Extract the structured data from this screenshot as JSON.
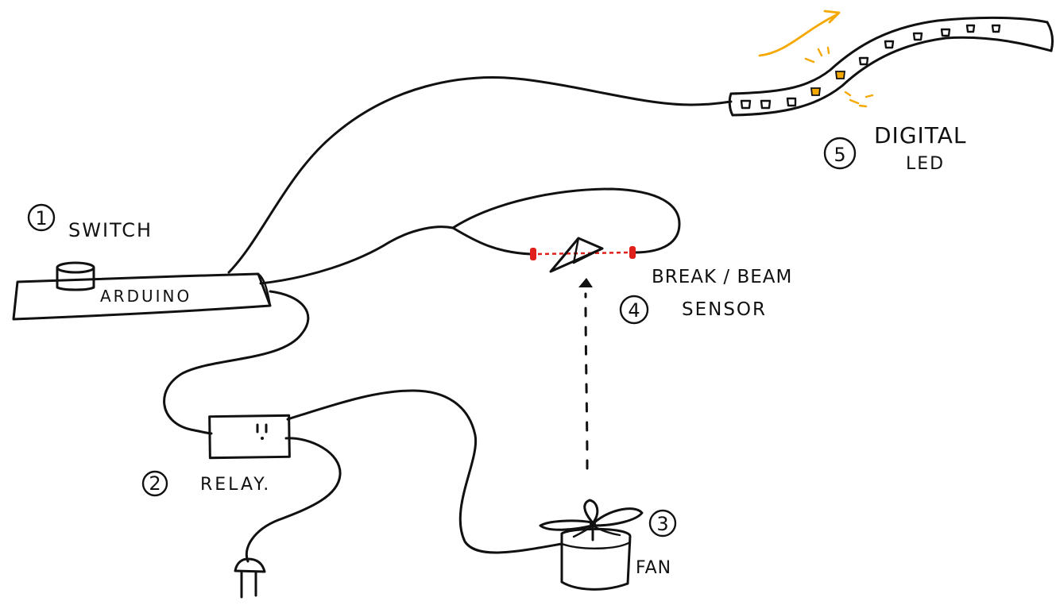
{
  "colors": {
    "ink": "#111111",
    "sensor_red": "#e0201a",
    "led_amber": "#f5a800",
    "background": "#ffffff"
  },
  "components": [
    {
      "number": "1",
      "label": "SWITCH"
    },
    {
      "number": "2",
      "label": "RELAY."
    },
    {
      "number": "3",
      "label": "FAN"
    },
    {
      "number": "4",
      "label_line1": "BREAK / BEAM",
      "label_line2": "SENSOR"
    },
    {
      "number": "5",
      "label_line1": "DIGITAL",
      "label_line2": "LED"
    }
  ],
  "board_label": "ARDUINO",
  "icons": {
    "plug": "power-plug-icon",
    "fan": "fan-icon",
    "paper_plane": "paper-plane-icon",
    "led_strip": "led-strip-icon"
  }
}
